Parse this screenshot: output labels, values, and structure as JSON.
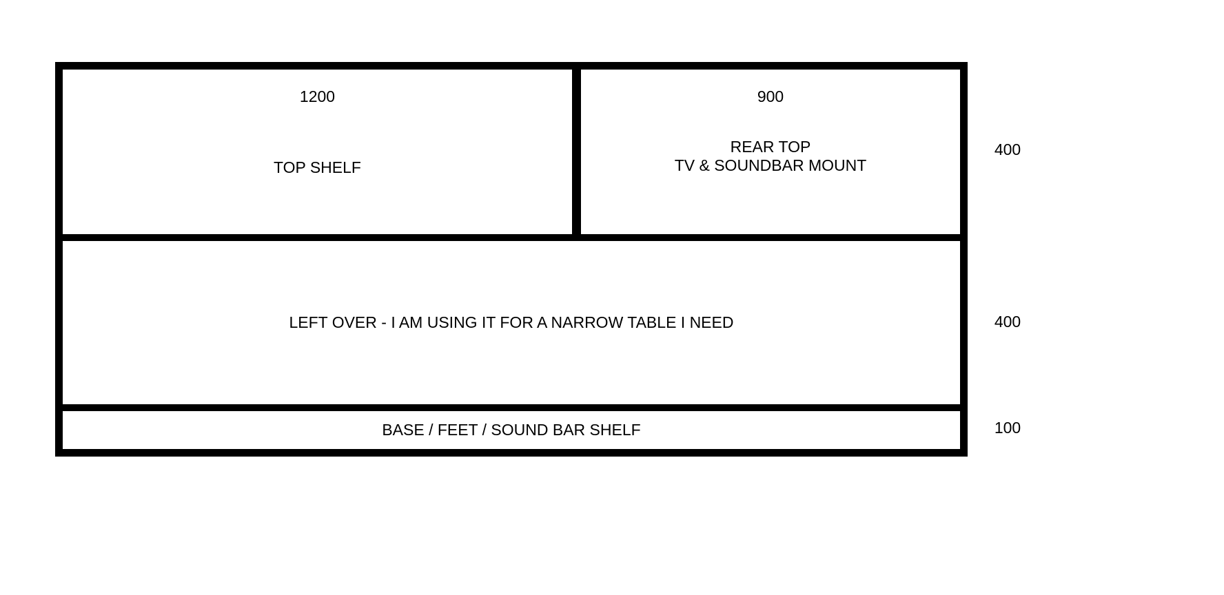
{
  "sections": {
    "top_shelf": {
      "dim": "1200",
      "label": "TOP SHELF"
    },
    "rear_top": {
      "dim": "900",
      "label_line1": "REAR TOP",
      "label_line2": "TV & SOUNDBAR MOUNT"
    },
    "left_over": {
      "label": "LEFT OVER - I AM USING IT FOR A NARROW TABLE I NEED"
    },
    "base": {
      "label": "BASE / FEET / SOUND BAR SHELF"
    }
  },
  "side_dimensions": [
    {
      "value": "400"
    },
    {
      "value": "400"
    },
    {
      "value": "100"
    }
  ],
  "colors": {
    "line": "#000000",
    "background": "#ffffff",
    "text": "#000000"
  }
}
